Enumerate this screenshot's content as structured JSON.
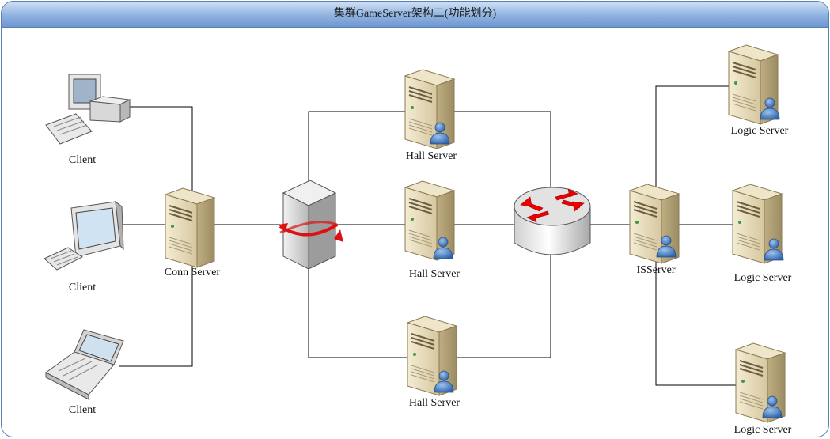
{
  "title": "集群GameServer架构二(功能划分)",
  "nodes": {
    "client_top": {
      "label": "Client",
      "icon": "desktop-computer-icon"
    },
    "client_mid": {
      "label": "Client",
      "icon": "monitor-computer-icon"
    },
    "client_bottom": {
      "label": "Client",
      "icon": "laptop-icon"
    },
    "conn": {
      "label": "Conn Server",
      "icon": "server-icon"
    },
    "balancer": {
      "label": "",
      "icon": "load-balancer-icon"
    },
    "hall_top": {
      "label": "Hall Server",
      "icon": "server-user-icon"
    },
    "hall_mid": {
      "label": "Hall Server",
      "icon": "server-user-icon"
    },
    "hall_bottom": {
      "label": "Hall Server",
      "icon": "server-user-icon"
    },
    "router": {
      "label": "",
      "icon": "router-icon"
    },
    "is": {
      "label": "ISServer",
      "icon": "server-user-icon"
    },
    "logic_top": {
      "label": "Logic Server",
      "icon": "server-user-icon"
    },
    "logic_mid": {
      "label": "Logic Server",
      "icon": "server-user-icon"
    },
    "logic_bottom": {
      "label": "Logic Server",
      "icon": "server-user-icon"
    }
  },
  "colors": {
    "title_bar": "#8fb2e0",
    "frame_border": "#5a7fb5",
    "server_body": "#e2d6b4",
    "user_badge": "#4f86c6",
    "arrows": "#e01010"
  }
}
